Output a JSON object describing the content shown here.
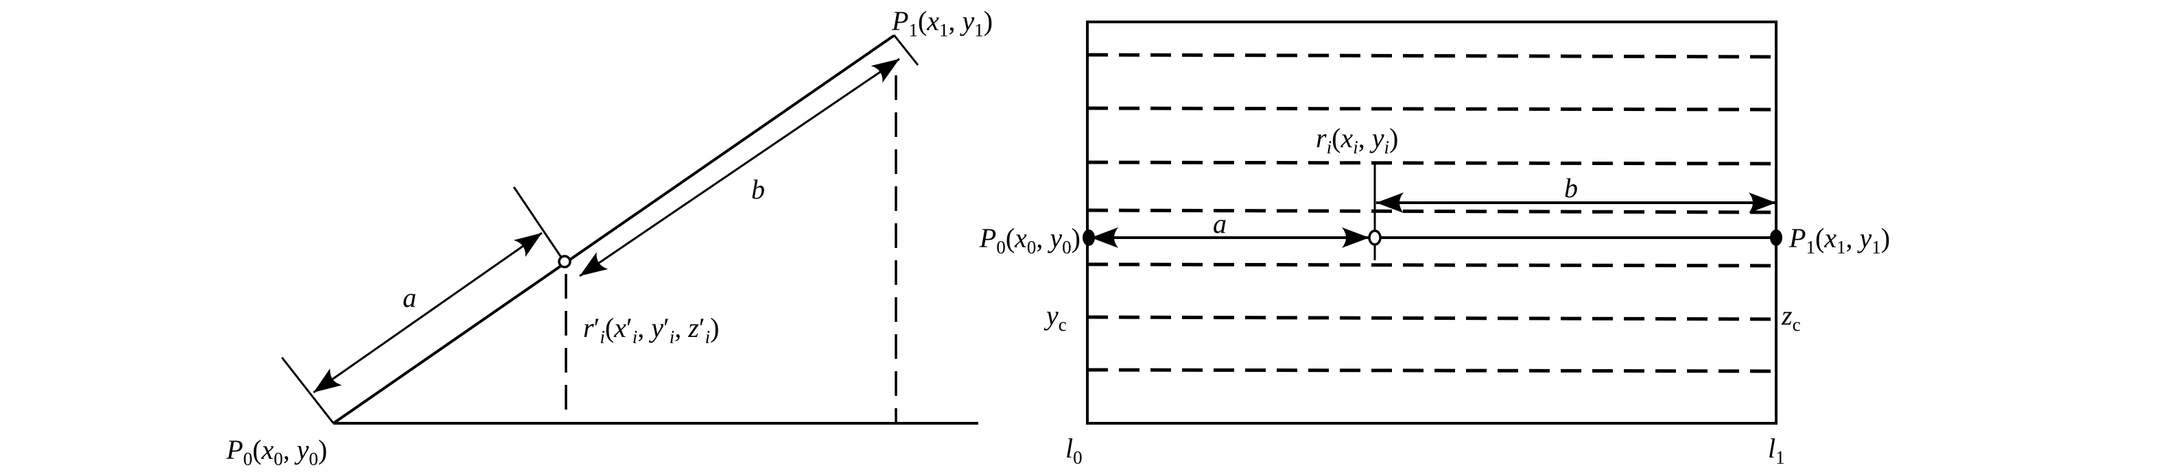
{
  "left_panel": {
    "labels": {
      "p1": [
        [
          "P",
          "i"
        ],
        [
          "1",
          "sr"
        ],
        [
          "(",
          "r"
        ],
        [
          "x",
          "i"
        ],
        [
          "1",
          "sr"
        ],
        [
          ", ",
          "r"
        ],
        [
          "y",
          "i"
        ],
        [
          "1",
          "sr"
        ],
        [
          ")",
          "r"
        ]
      ],
      "p0": [
        [
          "P",
          "i"
        ],
        [
          "0",
          "sr"
        ],
        [
          "(",
          "r"
        ],
        [
          "x",
          "i"
        ],
        [
          "0",
          "sr"
        ],
        [
          ", ",
          "r"
        ],
        [
          "y",
          "i"
        ],
        [
          "0",
          "sr"
        ],
        [
          ")",
          "r"
        ]
      ],
      "ri_prime": [
        [
          "r",
          "i"
        ],
        [
          "′",
          "r"
        ],
        [
          "i",
          "si"
        ],
        [
          "(",
          "r"
        ],
        [
          "x",
          "i"
        ],
        [
          "′",
          "r"
        ],
        [
          "i",
          "si"
        ],
        [
          ", ",
          "r"
        ],
        [
          "y",
          "i"
        ],
        [
          "′",
          "r"
        ],
        [
          "i",
          "si"
        ],
        [
          ", ",
          "r"
        ],
        [
          "z",
          "i"
        ],
        [
          "′",
          "r"
        ],
        [
          "i",
          "si"
        ],
        [
          ")",
          "r"
        ]
      ],
      "a": [
        [
          "a",
          "i"
        ]
      ],
      "b": [
        [
          "b",
          "i"
        ]
      ]
    }
  },
  "right_panel": {
    "labels": {
      "p0": [
        [
          "P",
          "i"
        ],
        [
          "0",
          "sr"
        ],
        [
          "(",
          "r"
        ],
        [
          "x",
          "i"
        ],
        [
          "0",
          "sr"
        ],
        [
          ", ",
          "r"
        ],
        [
          "y",
          "i"
        ],
        [
          "0",
          "sr"
        ],
        [
          ")",
          "r"
        ]
      ],
      "p1": [
        [
          "P",
          "i"
        ],
        [
          "1",
          "sr"
        ],
        [
          "(",
          "r"
        ],
        [
          "x",
          "i"
        ],
        [
          "1",
          "sr"
        ],
        [
          ", ",
          "r"
        ],
        [
          "y",
          "i"
        ],
        [
          "1",
          "sr"
        ],
        [
          ")",
          "r"
        ]
      ],
      "ri": [
        [
          "r",
          "i"
        ],
        [
          "i",
          "si"
        ],
        [
          "(",
          "r"
        ],
        [
          "x",
          "i"
        ],
        [
          "i",
          "si"
        ],
        [
          ", ",
          "r"
        ],
        [
          "y",
          "i"
        ],
        [
          "i",
          "si"
        ],
        [
          ")",
          "r"
        ]
      ],
      "a": [
        [
          "a",
          "i"
        ]
      ],
      "b": [
        [
          "b",
          "i"
        ]
      ],
      "yc": [
        [
          "y",
          "i"
        ],
        [
          "c",
          "sr"
        ]
      ],
      "zc": [
        [
          "z",
          "i"
        ],
        [
          "c",
          "sr"
        ]
      ],
      "l0": [
        [
          "l",
          "i"
        ],
        [
          "0",
          "sr"
        ]
      ],
      "l1": [
        [
          "l",
          "i"
        ],
        [
          "1",
          "sr"
        ]
      ]
    }
  }
}
